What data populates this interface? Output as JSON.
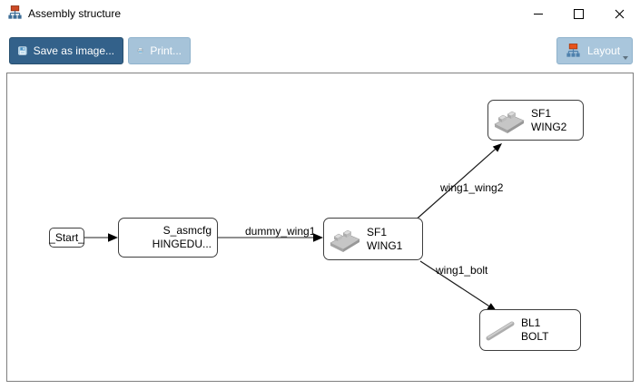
{
  "window": {
    "title": "Assembly structure",
    "icon": "hierarchy-icon"
  },
  "toolbar": {
    "save_label": "Save as image...",
    "print_label": "Print...",
    "layout_label": "Layout"
  },
  "colors": {
    "save_button_bg": "#33618a",
    "print_button_bg": "#a6c3d9",
    "layout_button_bg": "#a9c6dc",
    "button_text": "#ffffff",
    "canvas_border": "#7f7f7f",
    "node_border": "#3e3e3e",
    "edge_gray": "#8f8f8f",
    "edge_black": "#1a1a1a",
    "icon_orange": "#d44a1e",
    "icon_blue": "#3c6d96"
  },
  "diagram": {
    "nodes": [
      {
        "id": "start",
        "line1": "_Start_",
        "line2": ""
      },
      {
        "id": "s_asmcfg",
        "line1": "S_asmcfg",
        "line2": "HINGEDU..."
      },
      {
        "id": "wing1",
        "line1": "SF1",
        "line2": "WING1",
        "icon": "wing-part"
      },
      {
        "id": "wing2",
        "line1": "SF1",
        "line2": "WING2",
        "icon": "wing-part"
      },
      {
        "id": "bolt",
        "line1": "BL1",
        "line2": "BOLT",
        "icon": "bolt-part"
      }
    ],
    "edges": [
      {
        "from": "_Start_",
        "to": "S_asmcfg",
        "label": ""
      },
      {
        "from": "S_asmcfg",
        "to": "SF1 WING1",
        "label": "dummy_wing1"
      },
      {
        "from": "SF1 WING1",
        "to": "SF1 WING2",
        "label": "wing1_wing2"
      },
      {
        "from": "SF1 WING1",
        "to": "BL1 BOLT",
        "label": "wing1_bolt"
      }
    ]
  }
}
